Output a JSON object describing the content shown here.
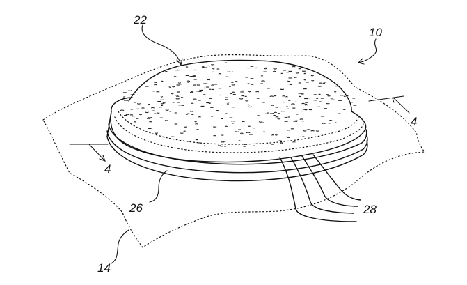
{
  "figure": {
    "reference_numerals": {
      "assembly": "10",
      "top_sheet": "22",
      "bottom_layer": "26",
      "layers": "28",
      "substrate": "14",
      "section_left": "4",
      "section_right": "4"
    }
  }
}
